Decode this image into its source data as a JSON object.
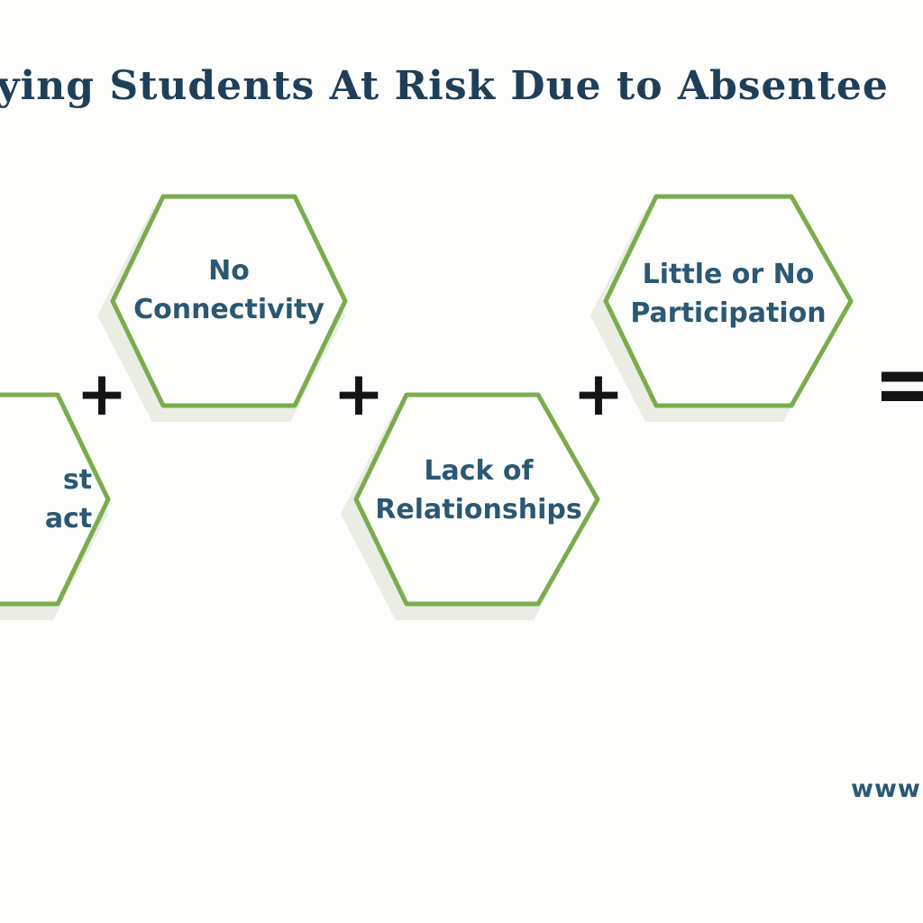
{
  "diagram": {
    "title": "ntifying Students At Risk Due to Absentee",
    "factors": [
      {
        "lines": [
          "st",
          "act"
        ]
      },
      {
        "lines": [
          "No",
          "Connectivity"
        ]
      },
      {
        "lines": [
          "Lack of",
          "Relationships"
        ]
      },
      {
        "lines": [
          "Little or No",
          "Participation"
        ]
      }
    ],
    "operators": {
      "plus": "+",
      "equals": "="
    },
    "footer_url": "www"
  },
  "colors": {
    "title": "#1f3f59",
    "label": "#2b5873",
    "hex_outline": "#7aac4c",
    "hex_shadow": "#e9ede4",
    "operator": "#141414"
  }
}
